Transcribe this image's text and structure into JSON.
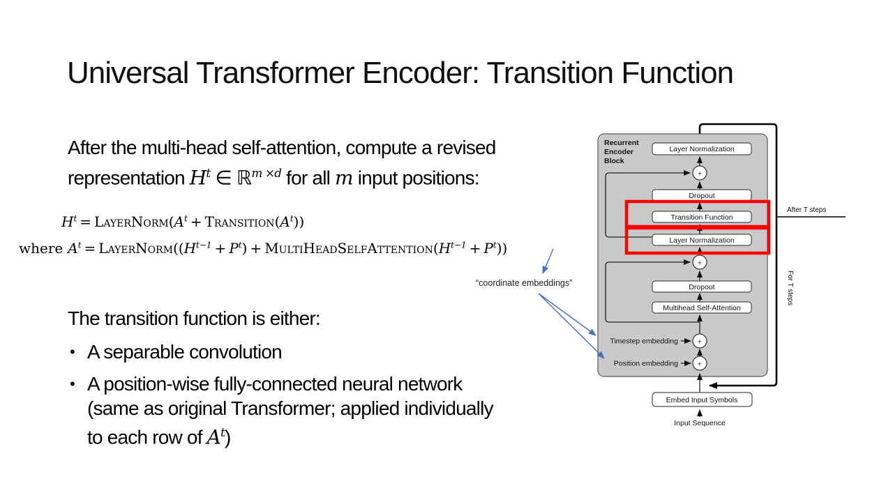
{
  "slide": {
    "title": "Universal Transformer Encoder: Transition Function"
  },
  "paragraph": {
    "line1": "After the multi-head self-attention, compute a revised",
    "l2_pre": "representation ",
    "l2_H": "H",
    "l2_Ht": "t",
    "l2_in": " ∈ ",
    "l2_R": "ℝ",
    "l2_Rsup": "m ×d",
    "l2_mid": " for all ",
    "l2_m": "m",
    "l2_end": " input positions:"
  },
  "equations": {
    "eq1": [
      "H",
      "t",
      "=",
      "LayerNorm",
      "(",
      "A",
      "t",
      "+",
      "Transition",
      "(",
      "A",
      "t",
      "))"
    ],
    "eq2": [
      "where",
      "A",
      "t",
      "=",
      "LayerNorm",
      "((",
      "H",
      "t−1",
      "+",
      "P",
      "t",
      ")",
      "+",
      "MultiHeadSelfAttention",
      "(",
      "H",
      "t−1",
      "+",
      "P",
      "t",
      "))"
    ]
  },
  "annotation": {
    "label": "“coordinate embeddings”"
  },
  "bullets": {
    "bullet_char": "•",
    "heading": "The transition function is either:",
    "item1": "A separable convolution",
    "item2_line1": "A position-wise fully-connected neural network",
    "item2_line2": "(same as original Transformer; applied individually",
    "item2_line3_pre": "to each row of ",
    "item2_line3_A": "A",
    "item2_line3_t": "t",
    "item2_line3_close": ")"
  },
  "diagram": {
    "block_label": [
      "Recurrent",
      "Encoder",
      "Block"
    ],
    "boxes": {
      "ln_top": "Layer Normalization",
      "dropout_top": "Dropout",
      "transition": "Transition Function",
      "ln_mid": "Layer Normalization",
      "dropout_bottom": "Dropout",
      "msa": "Multihead Self-Attention",
      "embed": "Embed Input Symbols"
    },
    "labels": {
      "timestep": "Timestep embedding",
      "position": "Position embedding",
      "input_sequence": "Input Sequence",
      "after_t_steps": "After T steps",
      "for_t_steps": "For T steps",
      "plus": "+"
    },
    "colors": {
      "highlight_red": "#ff0000",
      "arrow_blue": "#4472c4",
      "block_fill": "#c9c9c9"
    }
  }
}
